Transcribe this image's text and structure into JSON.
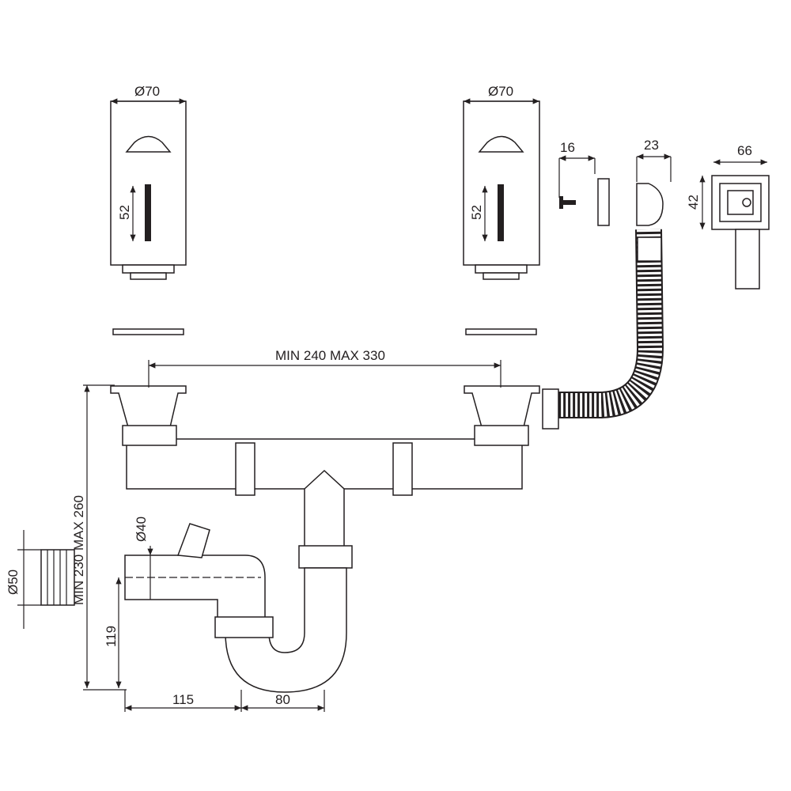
{
  "dimensions": {
    "left_strainer_diameter": "Ø70",
    "left_screw_length": "52",
    "right_strainer_diameter": "Ø70",
    "right_screw_length": "52",
    "screw_length": "16",
    "overflow_cap_width": "23",
    "overflow_width": "66",
    "overflow_height": "42",
    "strainer_spacing": "MIN 240 MAX 330",
    "total_height": "MIN 230 MAX 260",
    "side_inlet_diameter": "Ø40",
    "outlet_diameter": "Ø50",
    "outlet_height": "119",
    "outlet_to_trap": "115",
    "trap_width": "80"
  },
  "colors": {
    "line": "#231f20",
    "background": "#ffffff"
  }
}
